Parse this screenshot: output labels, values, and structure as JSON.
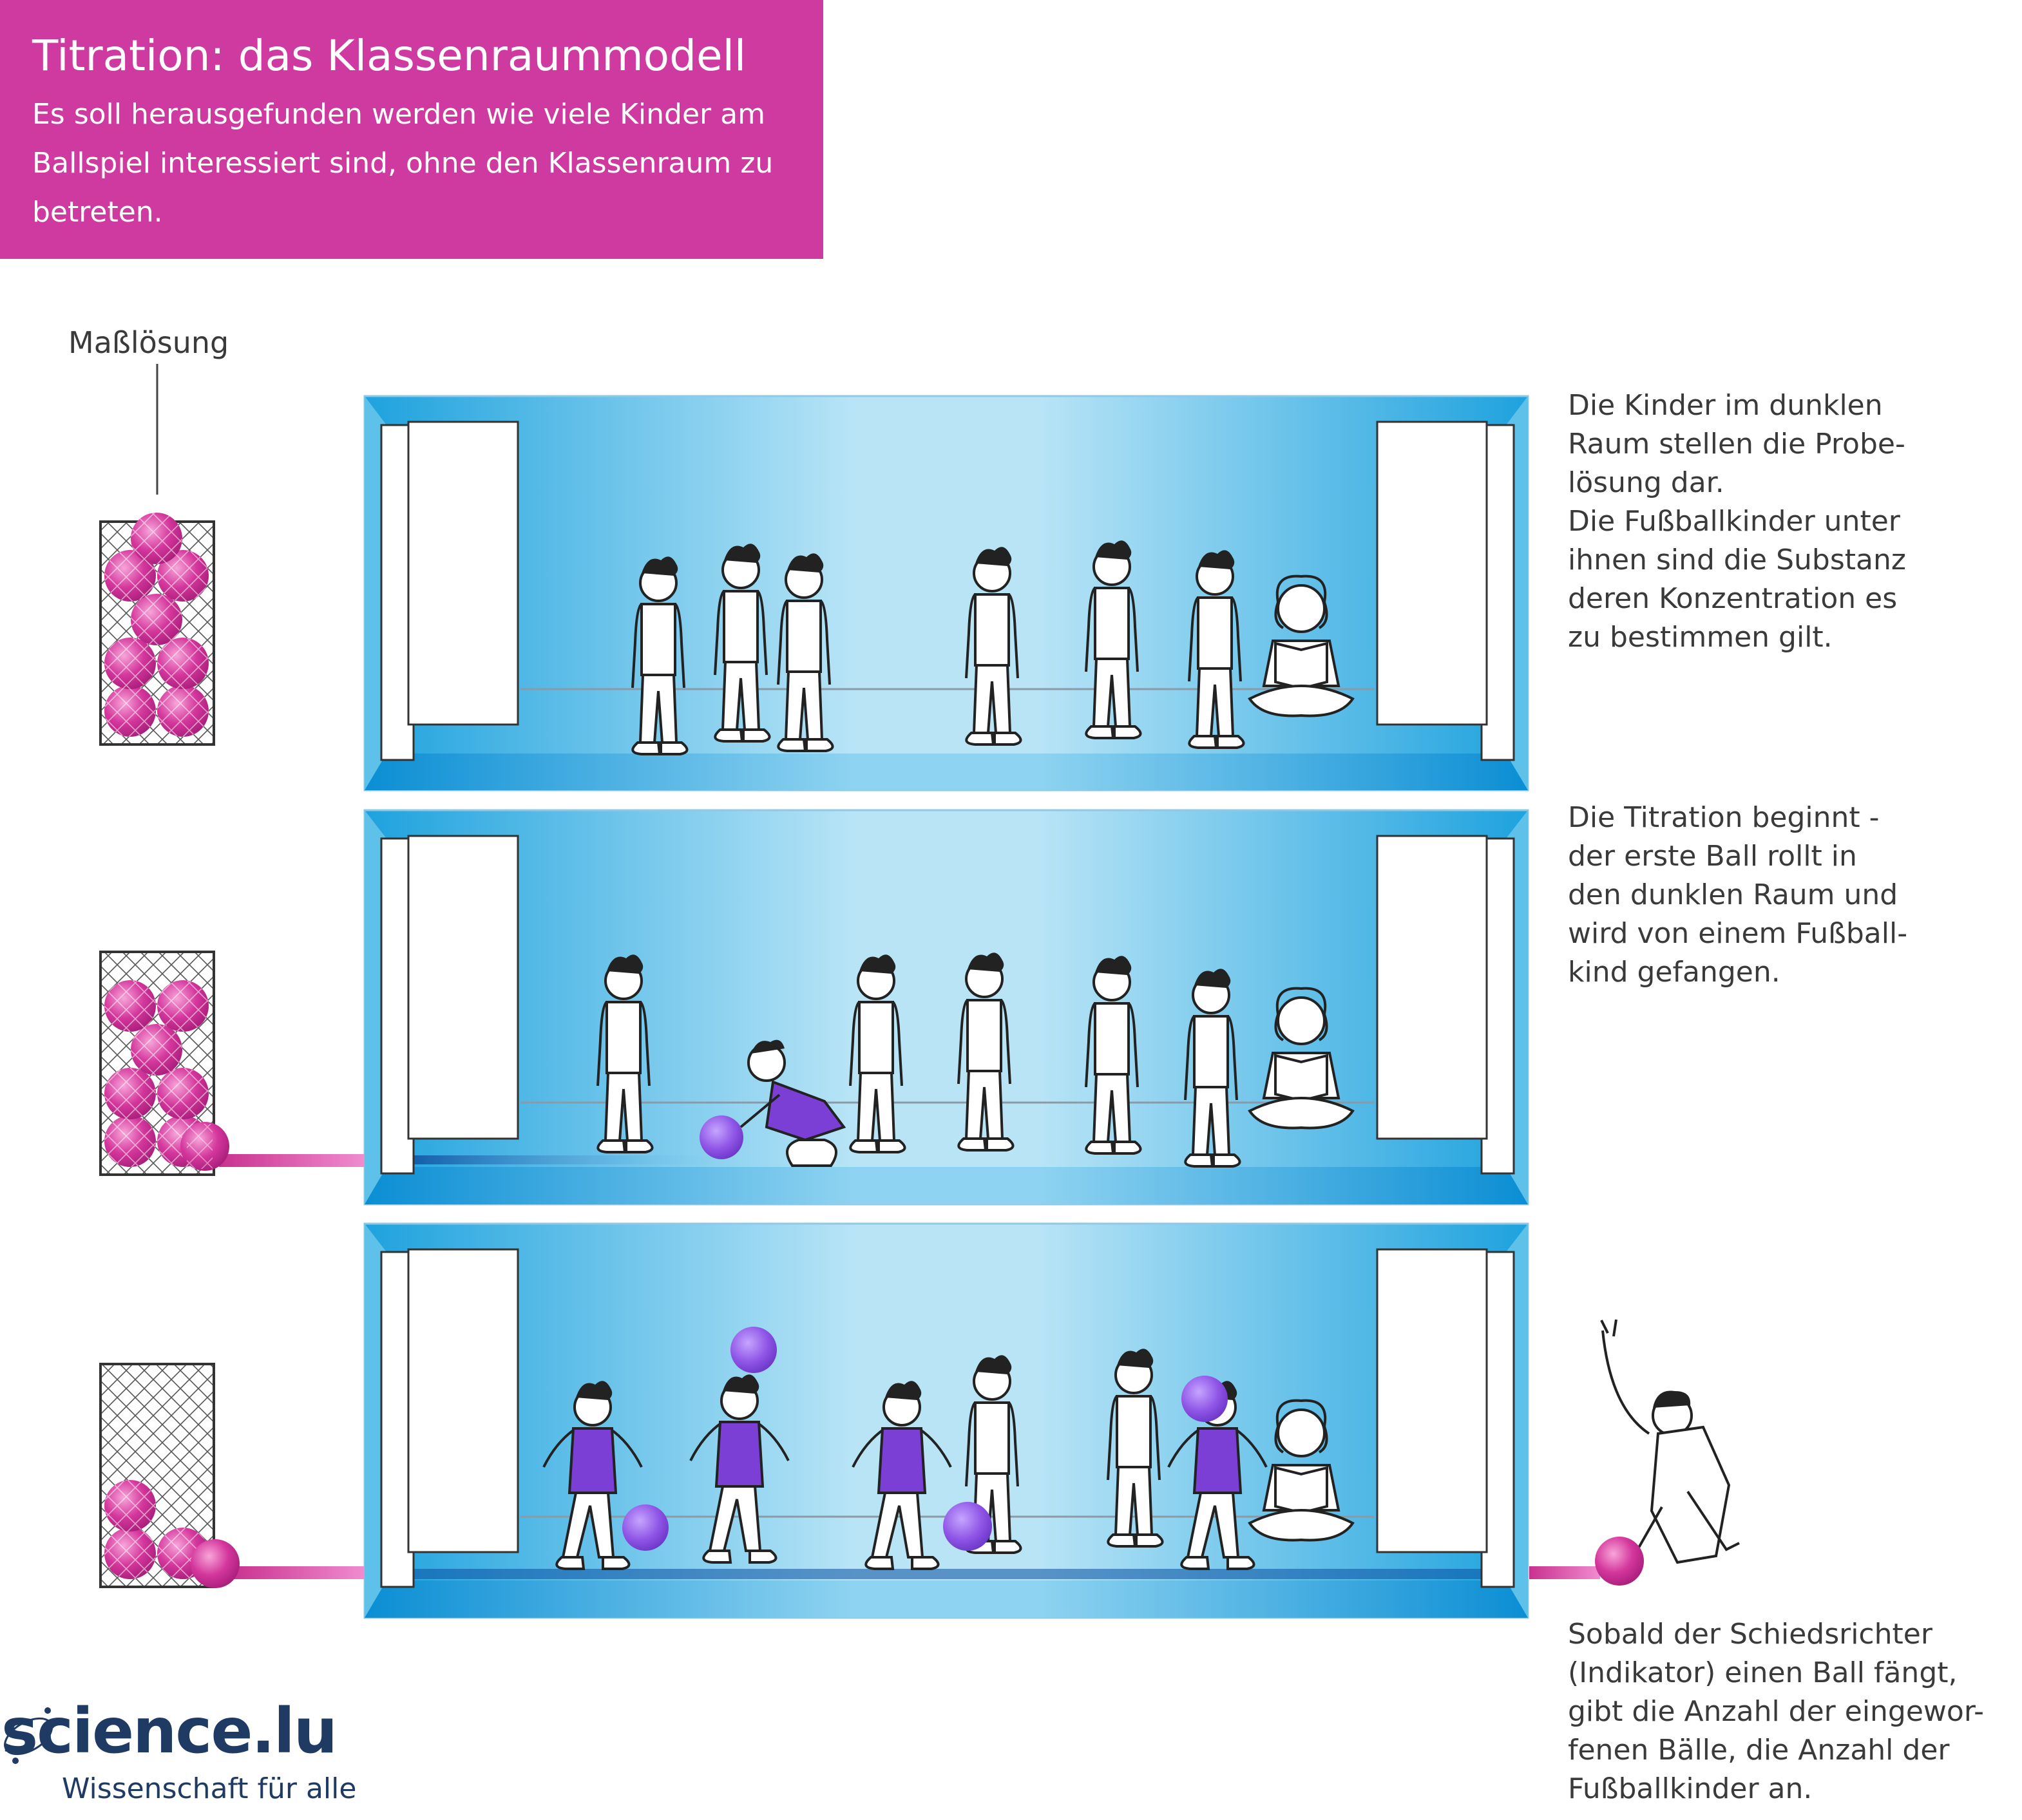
{
  "header": {
    "title": "Titration: das Klassenraummodell",
    "subtitle": "Es soll herausgefunden werden wie viele Kinder am Ballspiel interessiert sind, ohne den Klassenraum zu betreten."
  },
  "burette": {
    "label": "Maßlösung",
    "ball_counts": [
      8,
      7,
      3
    ]
  },
  "panels": [
    {
      "caption": "Die Kinder im dunklen\nRaum stellen die Probe-\nlösung dar.\nDie Fußballkinder unter\nihnen sind die Substanz\nderen Konzentration es\nzu bestimmen gilt."
    },
    {
      "caption": "Die Titration beginnt -\nder erste Ball rollt in\nden dunklen Raum und\nwird von einem Fußball-\nkind gefangen."
    },
    {
      "caption": "Sobald der Schiedsrichter\n(Indikator) einen Ball fängt,\ngibt die Anzahl der eingewor-\nfenen Bälle, die Anzahl der\nFußballkinder an."
    }
  ],
  "logo": {
    "name": "science.lu",
    "tagline": "Wissenschaft für alle"
  },
  "colors": {
    "header_bg": "#cf3aa0",
    "ball_magenta": "#d4379c",
    "ball_purple": "#8f55e6",
    "room_blue": "#1ea6e0",
    "room_light": "#b8e4f6",
    "shirt_purple": "#7b3fd6",
    "logo_blue": "#1f3a63"
  },
  "icons": [
    "child-figure",
    "ball-icon",
    "referee-figure",
    "burette-icon",
    "door-icon"
  ]
}
